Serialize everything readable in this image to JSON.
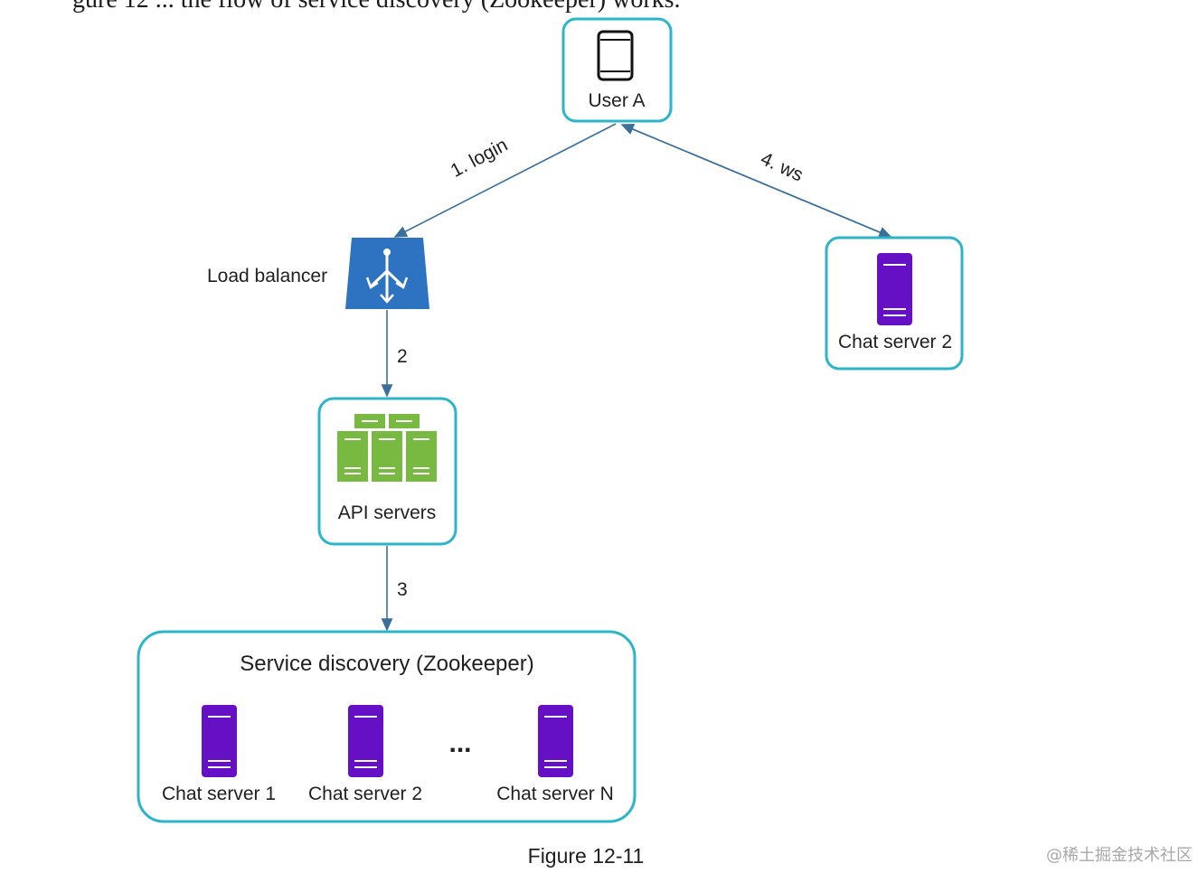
{
  "top_text": "gure 12 ... the flow of service discovery (Zookeeper) works.",
  "nodes": {
    "user_a": "User A",
    "load_balancer": "Load balancer",
    "chat_server_right": "Chat server 2",
    "api_servers": "API servers",
    "service_discovery": "Service discovery (Zookeeper)",
    "chat_server_1": "Chat server 1",
    "chat_server_2": "Chat server 2",
    "ellipsis": "...",
    "chat_server_n": "Chat server N"
  },
  "edges": {
    "login": "1. login",
    "ws": "4. ws",
    "step2": "2",
    "step3": "3"
  },
  "caption": "Figure 12-11",
  "watermark": "@稀土掘金技术社区",
  "colors": {
    "box_border": "#2cb5c8",
    "arrow": "#3c6e9a",
    "load_balancer": "#2e72c2",
    "api_server": "#77b941",
    "chat_server": "#6610c6"
  }
}
